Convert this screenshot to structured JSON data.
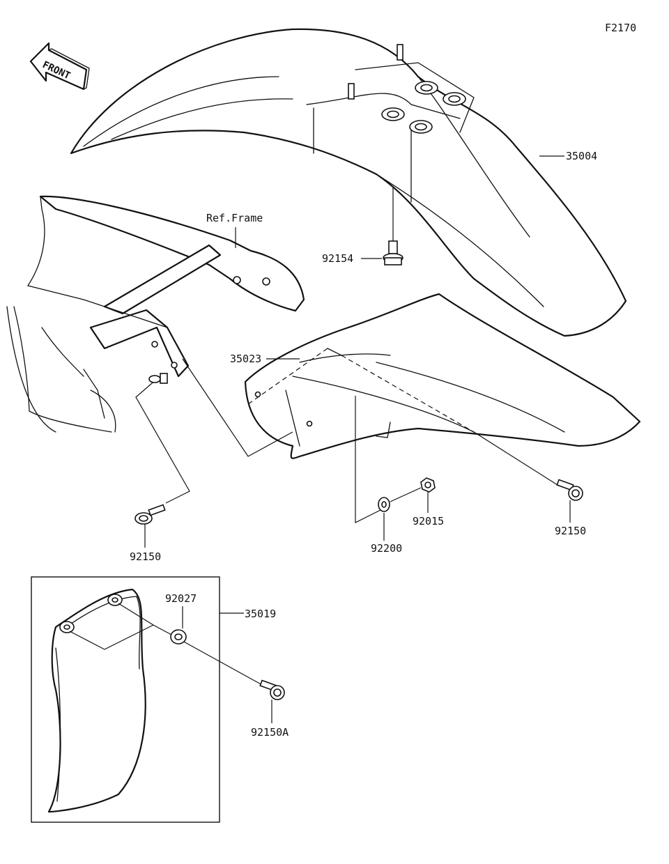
{
  "figure_code": "F2170",
  "front_badge": "FRONT",
  "ref_frame_label": "Ref.Frame",
  "callouts": {
    "p35004": "35004",
    "p92154": "92154",
    "p35023": "35023",
    "p92150_left": "92150",
    "p92150_right": "92150",
    "p92200": "92200",
    "p92015": "92015",
    "p35019": "35019",
    "p92027": "92027",
    "p92150A": "92150A"
  }
}
